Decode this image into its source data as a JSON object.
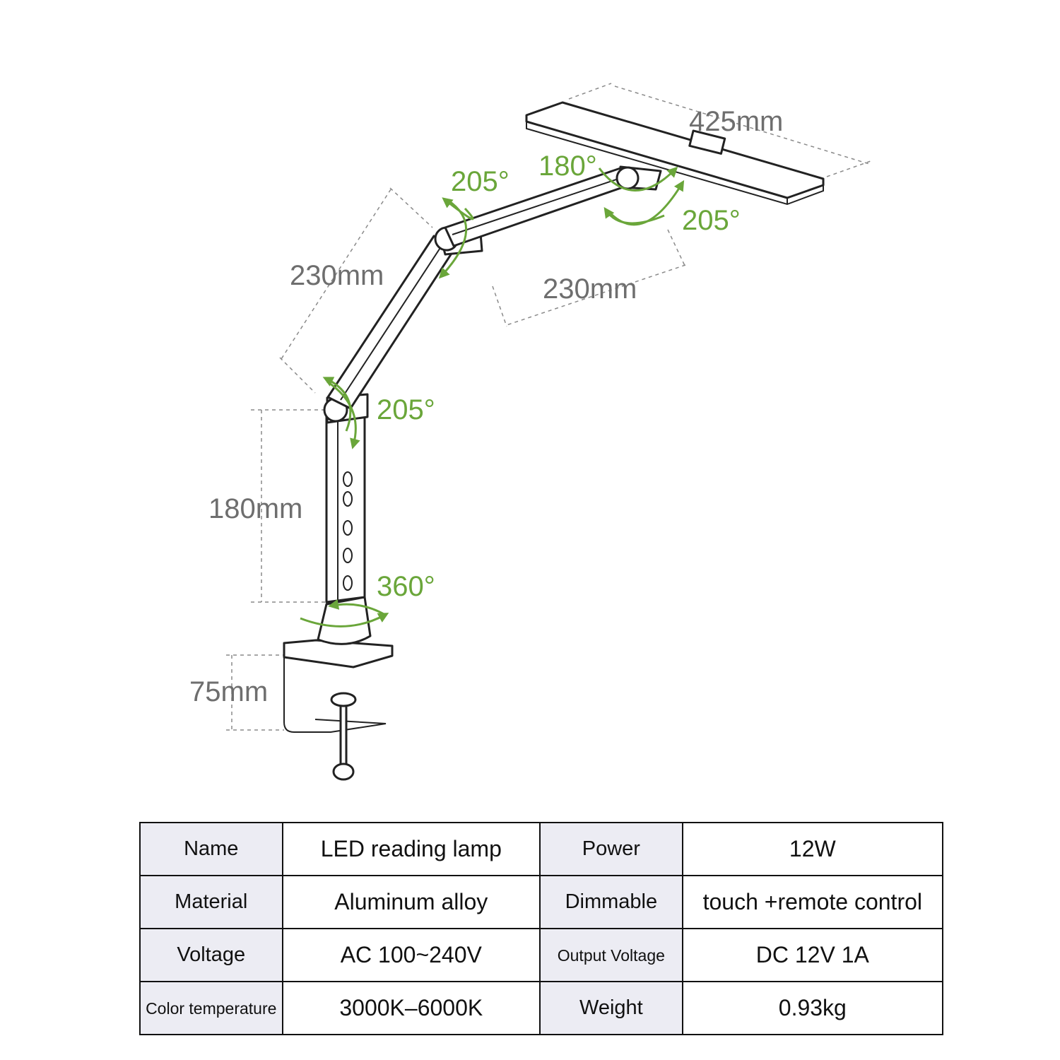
{
  "dimensions": {
    "head_length": "425mm",
    "upper_arm": "230mm",
    "lower_arm": "230mm",
    "pole_height": "180mm",
    "clamp_height": "75mm"
  },
  "angles": {
    "head_tilt": "180°",
    "head_joint": "205°",
    "elbow": "205°",
    "shoulder": "205°",
    "base_rotation": "360°"
  },
  "colors": {
    "angle_green": "#6aa63a",
    "dimension_gray": "#6e6e6e",
    "label_cell_bg": "#ececf3"
  },
  "specs": {
    "rows": [
      {
        "label1": "Name",
        "value1": "LED reading lamp",
        "label2": "Power",
        "value2": "12W"
      },
      {
        "label1": "Material",
        "value1": "Aluminum alloy",
        "label2": "Dimmable",
        "value2": "touch +remote control"
      },
      {
        "label1": "Voltage",
        "value1": "AC 100~240V",
        "label2": "Output Voltage",
        "value2": "DC 12V 1A"
      },
      {
        "label1": "Color temperature",
        "value1": "3000K–6000K",
        "label2": "Weight",
        "value2": "0.93kg"
      }
    ]
  }
}
